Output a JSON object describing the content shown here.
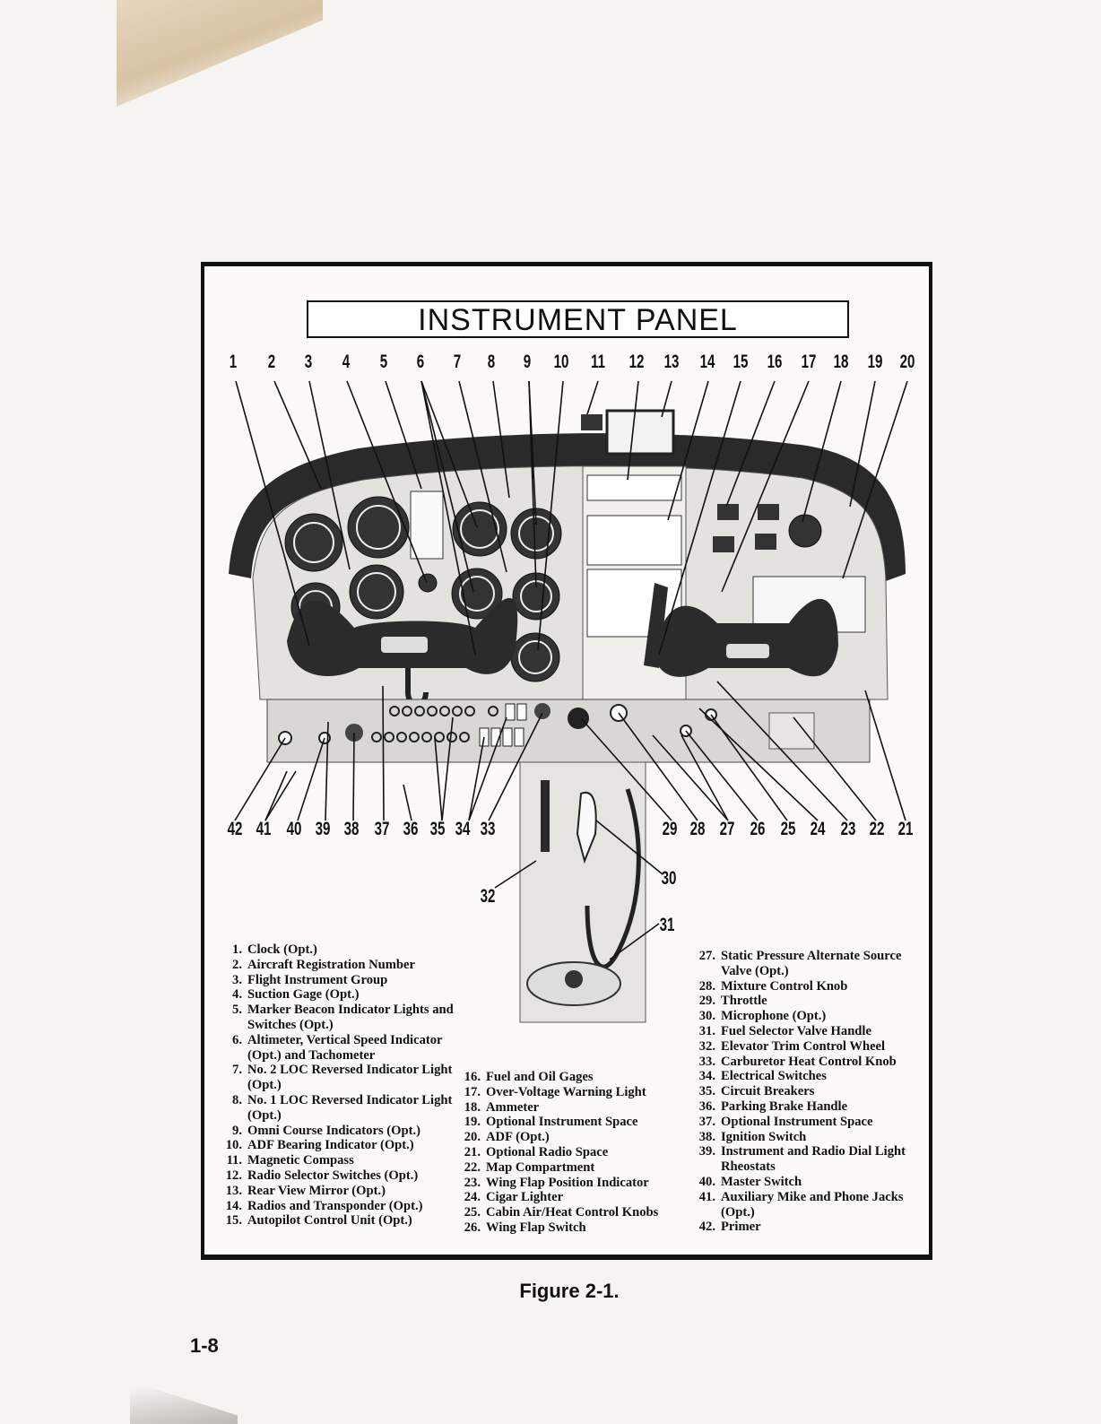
{
  "title": "INSTRUMENT PANEL",
  "caption": "Figure 2-1.",
  "page_number": "1-8",
  "callout_numbers_top": [
    "1",
    "2",
    "3",
    "4",
    "5",
    "6",
    "7",
    "8",
    "9",
    "10",
    "11",
    "12",
    "13",
    "14",
    "15",
    "16",
    "17",
    "18",
    "19",
    "20"
  ],
  "callout_numbers_bottom": [
    "42",
    "41",
    "40",
    "39",
    "38",
    "37",
    "36",
    "35",
    "34",
    "33",
    "29",
    "28",
    "27",
    "26",
    "25",
    "24",
    "23",
    "22",
    "21"
  ],
  "callout_numbers_console": [
    "30",
    "32",
    "31"
  ],
  "legend": {
    "col1": [
      {
        "n": "1.",
        "text": "Clock (Opt.)"
      },
      {
        "n": "2.",
        "text": "Aircraft Registration Number"
      },
      {
        "n": "3.",
        "text": "Flight Instrument Group"
      },
      {
        "n": "4.",
        "text": "Suction Gage (Opt.)"
      },
      {
        "n": "5.",
        "text": "Marker Beacon Indicator Lights and Switches (Opt.)"
      },
      {
        "n": "6.",
        "text": "Altimeter, Vertical Speed Indicator (Opt.) and Tachometer"
      },
      {
        "n": "7.",
        "text": "No. 2 LOC Reversed Indicator Light (Opt.)"
      },
      {
        "n": "8.",
        "text": "No. 1 LOC Reversed Indicator Light (Opt.)"
      },
      {
        "n": "9.",
        "text": "Omni Course Indicators (Opt.)"
      },
      {
        "n": "10.",
        "text": "ADF Bearing Indicator (Opt.)"
      },
      {
        "n": "11.",
        "text": "Magnetic Compass"
      },
      {
        "n": "12.",
        "text": "Radio Selector Switches (Opt.)"
      },
      {
        "n": "13.",
        "text": "Rear View Mirror (Opt.)"
      },
      {
        "n": "14.",
        "text": "Radios and Transponder (Opt.)"
      },
      {
        "n": "15.",
        "text": "Autopilot Control Unit (Opt.)"
      }
    ],
    "col2": [
      {
        "n": "16.",
        "text": "Fuel and Oil Gages"
      },
      {
        "n": "17.",
        "text": "Over-Voltage Warning Light"
      },
      {
        "n": "18.",
        "text": "Ammeter"
      },
      {
        "n": "19.",
        "text": "Optional Instrument Space"
      },
      {
        "n": "20.",
        "text": "ADF (Opt.)"
      },
      {
        "n": "21.",
        "text": "Optional Radio Space"
      },
      {
        "n": "22.",
        "text": "Map Compartment"
      },
      {
        "n": "23.",
        "text": "Wing Flap Position Indicator"
      },
      {
        "n": "24.",
        "text": "Cigar Lighter"
      },
      {
        "n": "25.",
        "text": "Cabin Air/Heat Control Knobs"
      },
      {
        "n": "26.",
        "text": "Wing Flap Switch"
      }
    ],
    "col3": [
      {
        "n": "27.",
        "text": "Static Pressure Alternate Source Valve (Opt.)"
      },
      {
        "n": "28.",
        "text": "Mixture Control Knob"
      },
      {
        "n": "29.",
        "text": "Throttle"
      },
      {
        "n": "30.",
        "text": "Microphone (Opt.)"
      },
      {
        "n": "31.",
        "text": "Fuel Selector Valve Handle"
      },
      {
        "n": "32.",
        "text": "Elevator Trim Control Wheel"
      },
      {
        "n": "33.",
        "text": "Carburetor Heat Control Knob"
      },
      {
        "n": "34.",
        "text": "Electrical Switches"
      },
      {
        "n": "35.",
        "text": "Circuit Breakers"
      },
      {
        "n": "36.",
        "text": "Parking Brake Handle"
      },
      {
        "n": "37.",
        "text": "Optional Instrument Space"
      },
      {
        "n": "38.",
        "text": "Ignition Switch"
      },
      {
        "n": "39.",
        "text": "Instrument and Radio Dial Light Rheostats"
      },
      {
        "n": "40.",
        "text": "Master Switch"
      },
      {
        "n": "41.",
        "text": "Auxiliary Mike and Phone Jacks (Opt.)"
      },
      {
        "n": "42.",
        "text": "Primer"
      }
    ]
  }
}
